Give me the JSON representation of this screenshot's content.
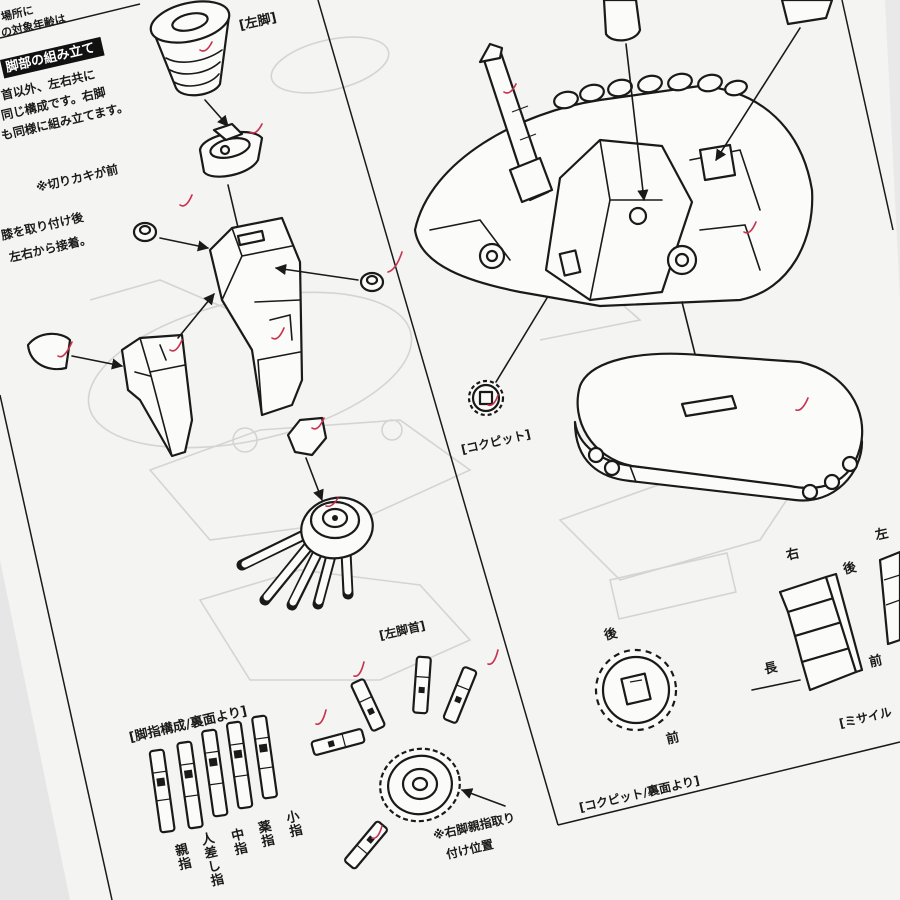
{
  "notice": {
    "line1": "場所に",
    "line2": "の対象年齢は"
  },
  "labels": {
    "left_leg": "[左脚]",
    "cockpit": "[コクピット]",
    "left_ankle": "[左脚首]",
    "toe_structure": "[脚指構成/裏面より]",
    "cockpit_bottom": "[コクピット/裏面より]",
    "missile": "[ミサイル"
  },
  "leg_section": {
    "title": "脚部の組み立て",
    "text": [
      "首以外、左右共に",
      "同じ構成です。右脚",
      "も同様に組み立てます。"
    ],
    "notch_note": "※切りカキが前",
    "knee_note": [
      "膝を取り付け後",
      "左右から接着。"
    ]
  },
  "toes": [
    "親指",
    "人差し指",
    "中指",
    "薬指",
    "小指"
  ],
  "thumb_note": [
    "※右脚親指取り",
    "付け位置"
  ],
  "cockpit_dirs": {
    "back": "後",
    "front": "前"
  },
  "missile_dirs": {
    "right": "右",
    "back": "後",
    "left": "左",
    "long": "長",
    "front": "前"
  },
  "colors": {
    "ink": "#1a1a1a",
    "check_mark": "#c8324f",
    "paper": "#f4f4f3",
    "faint_print": "#d4d4d4"
  }
}
